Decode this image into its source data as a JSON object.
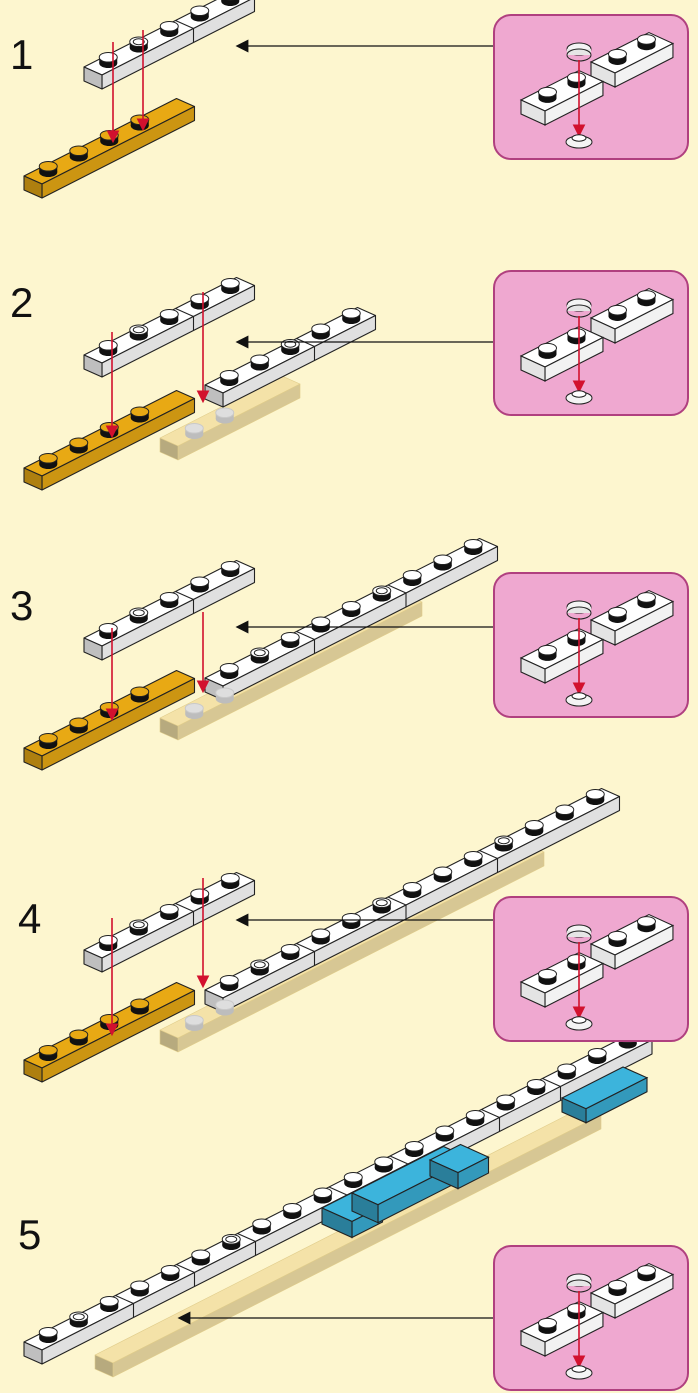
{
  "colors": {
    "background": "#fdf6cf",
    "base_plate": "#e8a914",
    "white_plate": "#ffffff",
    "ghost_plate": "#f4e2a8",
    "blue_plate": "#3cb4dc",
    "arrow_red": "#d2112e",
    "inset_bg": "#efa8d0",
    "inset_border": "#b0407f"
  },
  "icons": [
    "down-arrow-icon",
    "left-arrow-icon",
    "stud-icon"
  ],
  "steps": [
    {
      "number": "1"
    },
    {
      "number": "2"
    },
    {
      "number": "3"
    },
    {
      "number": "4"
    },
    {
      "number": "5"
    }
  ]
}
